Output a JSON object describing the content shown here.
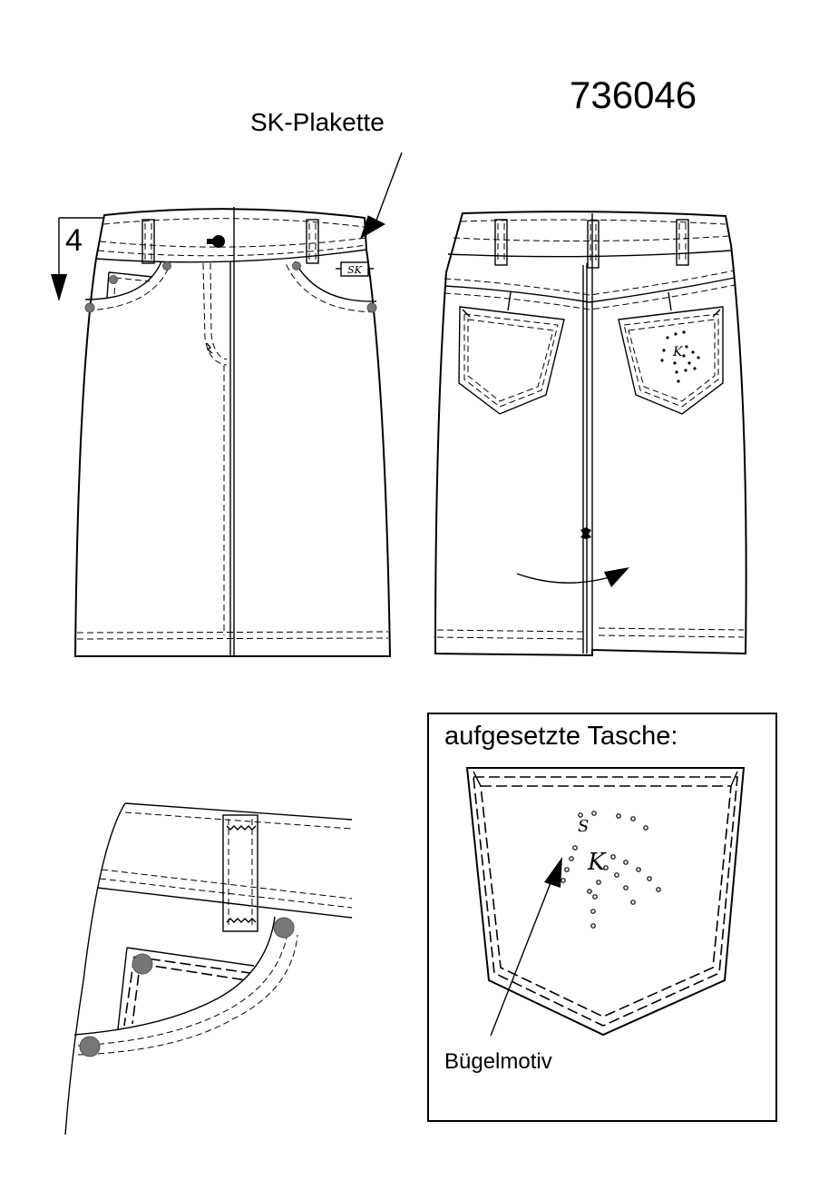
{
  "style_number": "736046",
  "callouts": {
    "plaque": "SK-Plakette",
    "measure": "4",
    "pocket_title": "aufgesetzte Tasche:",
    "motif": "Bügelmotiv"
  },
  "logo": {
    "plaque_text": "SK",
    "motif_letters": "SK"
  }
}
